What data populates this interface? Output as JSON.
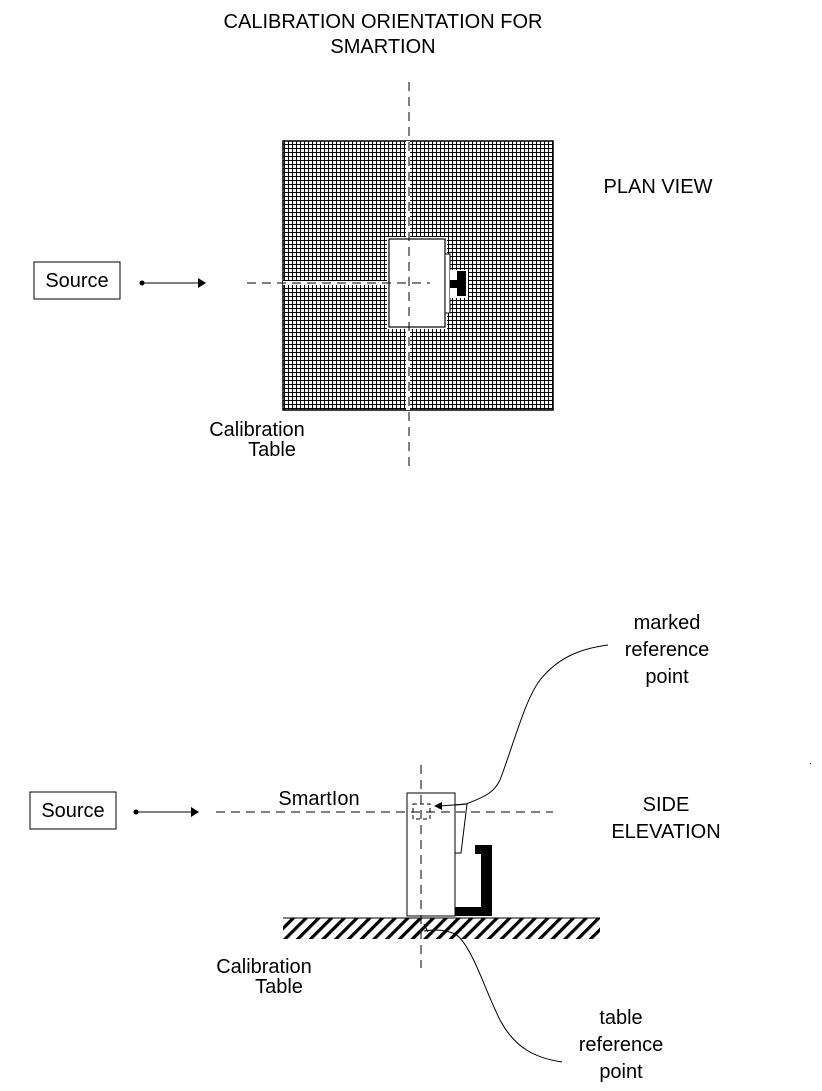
{
  "title": {
    "line1": "CALIBRATION ORIENTATION FOR",
    "line2": "SMARTION"
  },
  "plan_view": {
    "view_label": "PLAN VIEW",
    "source_label": "Source",
    "table_label_line1": "Calibration",
    "table_label_line2": "Table"
  },
  "side_elevation": {
    "view_label_line1": "SIDE",
    "view_label_line2": "ELEVATION",
    "source_label": "Source",
    "device_label": "SmartIon",
    "table_label_line1": "Calibration",
    "table_label_line2": "Table",
    "marked_ref_line1": "marked",
    "marked_ref_line2": "reference",
    "marked_ref_line3": "point",
    "table_ref_line1": "table",
    "table_ref_line2": "reference",
    "table_ref_line3": "point"
  },
  "colors": {
    "ink": "#000000",
    "background": "#ffffff"
  }
}
